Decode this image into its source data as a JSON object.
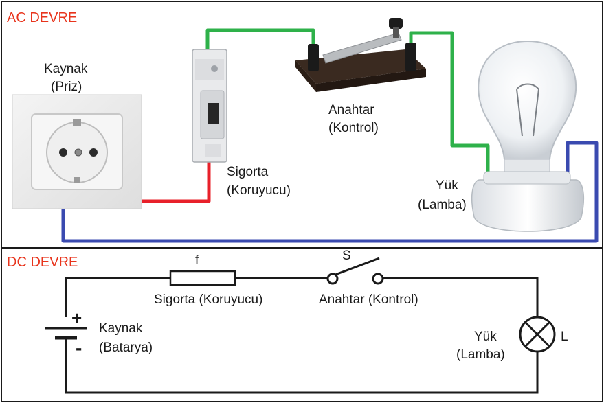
{
  "ac": {
    "title": "AC DEVRE",
    "source": [
      "Kaynak",
      "(Priz)"
    ],
    "fuse": [
      "Sigorta",
      "(Koruyucu)"
    ],
    "switch": [
      "Anahtar",
      "(Kontrol)"
    ],
    "load": [
      "Yük",
      "(Lamba)"
    ],
    "wire_colors": {
      "phase_in": "#e8202a",
      "switched": "#2eb14a",
      "neutral": "#3a4ab0"
    }
  },
  "dc": {
    "title": "DC DEVRE",
    "fuse_symbol": "f",
    "fuse_label": "Sigorta (Koruyucu)",
    "switch_symbol": "S",
    "switch_label": "Anahtar (Kontrol)",
    "plus": "+",
    "minus": "-",
    "source": [
      "Kaynak",
      "(Batarya)"
    ],
    "load": [
      "Yük",
      "(Lamba)"
    ],
    "lamp_symbol": "L"
  },
  "colors": {
    "title": "#e8341c",
    "frame": "#1a1a1a"
  },
  "icons": [
    "wall-socket-icon",
    "circuit-breaker-icon",
    "knife-switch-icon",
    "light-bulb-icon",
    "battery-symbol-icon",
    "fuse-symbol-icon",
    "switch-symbol-icon",
    "lamp-symbol-icon"
  ]
}
